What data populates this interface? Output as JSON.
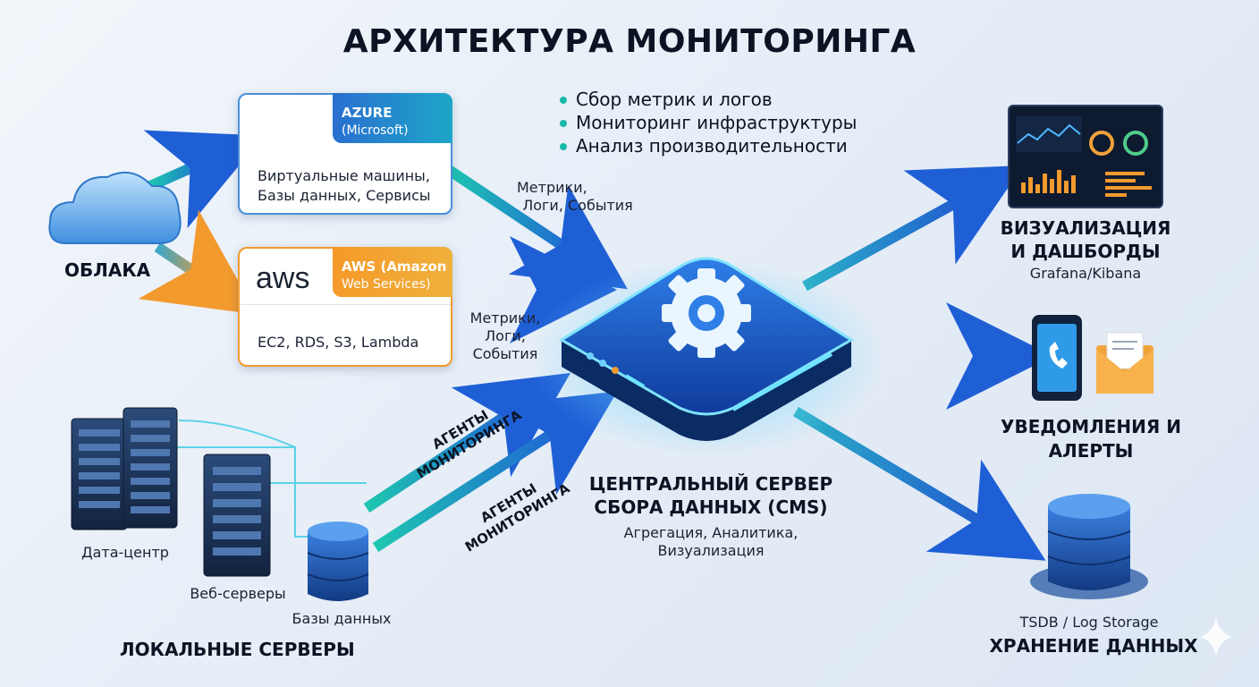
{
  "title": "АРХИТЕКТУРА МОНИТОРИНГА",
  "bullets": [
    "Сбор метрик и логов",
    "Мониторинг инфраструктуры",
    "Анализ производительности"
  ],
  "clouds": {
    "label": "ОБЛАКА"
  },
  "azure": {
    "name": "AZURE",
    "sub": "(Microsoft)",
    "desc_line1": "Виртуальные машины,",
    "desc_line2": "Базы данных, Сервисы"
  },
  "aws": {
    "logo": "aws",
    "name": "AWS (Amazon",
    "sub": "Web Services)",
    "desc": "EC2, RDS, S3, Lambda"
  },
  "flows": {
    "azure_line1": "Метрики,",
    "azure_line2": "Логи, События",
    "aws_line1": "Метрики,",
    "aws_line2": "Логи,",
    "aws_line3": "События",
    "agents1_line1": "АГЕНТЫ",
    "agents1_line2": "МОНИТОРИНГА",
    "agents2_line1": "АГЕНТЫ",
    "agents2_line2": "МОНИТОРИНГА"
  },
  "local": {
    "datacenter": "Дата-центр",
    "web": "Веб-серверы",
    "db": "Базы данных",
    "label": "ЛОКАЛЬНЫЕ СЕРВЕРЫ"
  },
  "cms": {
    "line1": "ЦЕНТРАЛЬНЫЙ СЕРВЕР",
    "line2": "СБОРА ДАННЫХ (CMS)",
    "sub1": "Агрегация, Аналитика,",
    "sub2": "Визуализация"
  },
  "viz": {
    "line1": "ВИЗУАЛИЗАЦИЯ",
    "line2": "И ДАШБОРДЫ",
    "sub": "Grafana/Kibana"
  },
  "alerts": {
    "line1": "УВЕДОМЛЕНИЯ И",
    "line2": "АЛЕРТЫ"
  },
  "storage": {
    "sub": "TSDB / Log Storage",
    "label": "ХРАНЕНИЕ ДАННЫХ"
  },
  "colors": {
    "blue": "#1f66d6",
    "teal": "#19b9a9",
    "orange": "#f29a2e",
    "navy": "#0c1424"
  }
}
